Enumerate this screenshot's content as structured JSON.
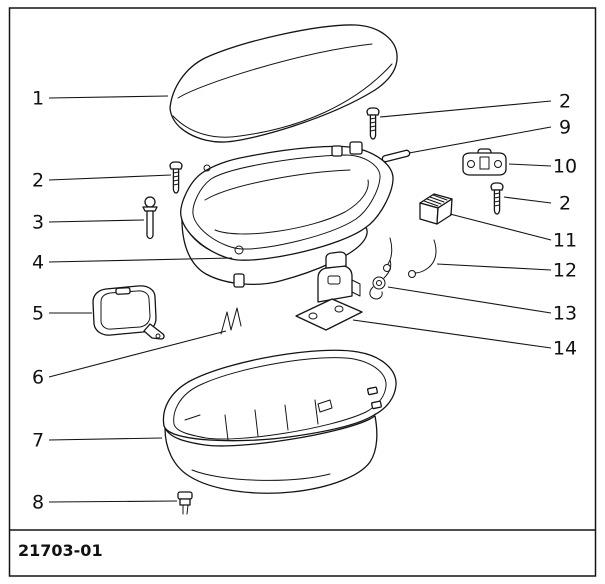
{
  "diagram": {
    "figure_code": "21703-01",
    "colors": {
      "line": "#141414",
      "background": "#ffffff"
    },
    "callouts": [
      {
        "label": "1"
      },
      {
        "label": "2"
      },
      {
        "label": "3"
      },
      {
        "label": "4"
      },
      {
        "label": "5"
      },
      {
        "label": "6"
      },
      {
        "label": "7"
      },
      {
        "label": "8"
      },
      {
        "label": "2"
      },
      {
        "label": "9"
      },
      {
        "label": "10"
      },
      {
        "label": "2"
      },
      {
        "label": "11"
      },
      {
        "label": "12"
      },
      {
        "label": "13"
      },
      {
        "label": "14"
      }
    ]
  }
}
